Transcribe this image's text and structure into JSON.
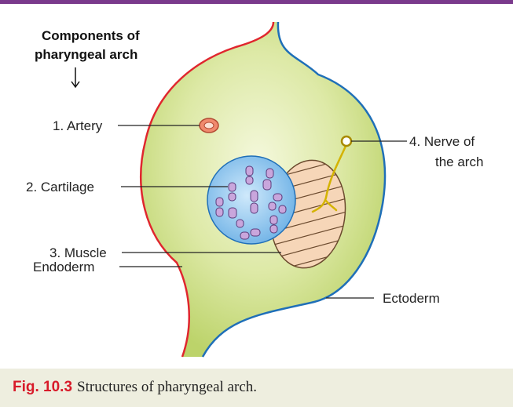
{
  "heading": {
    "line1": "Components of",
    "line2": "pharyngeal arch"
  },
  "labels": {
    "artery": "1. Artery",
    "cartilage": "2. Cartilage",
    "muscle": "3. Muscle",
    "nerve_line1": "4. Nerve of",
    "nerve_line2": "the arch",
    "endoderm": "Endoderm",
    "ectoderm": "Ectoderm"
  },
  "caption": {
    "number": "Fig. 10.3",
    "text": "Structures of pharyngeal arch."
  },
  "colors": {
    "frame_accent": "#7a3a8c",
    "arch_fill": "#cfe18a",
    "endoderm_line": "#e0262e",
    "ectoderm_line": "#1f6fb8",
    "artery": "#f08a6e",
    "cartilage": "#8ec6ee",
    "cartilage_cells": "#c9a6dc",
    "muscle": "#f6d6b8",
    "nerve": "#d4b300",
    "caption_bar": "#eeeedf",
    "caption_number": "#d81b2a"
  }
}
